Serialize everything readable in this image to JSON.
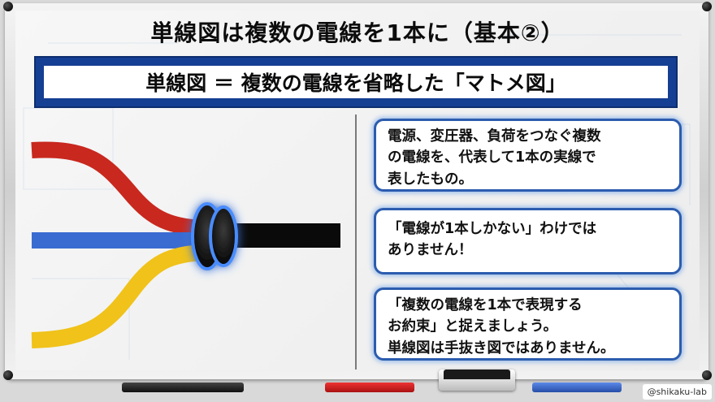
{
  "title": "単線図は複数の電線を1本に（基本②）",
  "banner": "単線図 ＝ 複数の電線を省略した「マトメ図」",
  "cards": [
    {
      "lines": [
        "電源、変圧器、負荷をつなぐ複数",
        "の電線を、代表して1本の実線で",
        "表したもの。"
      ]
    },
    {
      "lines": [
        "「電線が1本しかない」わけでは",
        "ありません！"
      ]
    },
    {
      "lines": [
        "「複数の電線を1本で表現する",
        "お約束」と捉えましょう。",
        "単線図は手抜き図ではありません。"
      ]
    }
  ],
  "credit": "@shikaku-lab",
  "colors": {
    "banner": "#153f93",
    "card_border": "#2c5cae",
    "wire_red": "#c8281e",
    "wire_blue": "#3a6bd1",
    "wire_yellow": "#f0c21a",
    "wire_black": "#0a0a0a"
  }
}
